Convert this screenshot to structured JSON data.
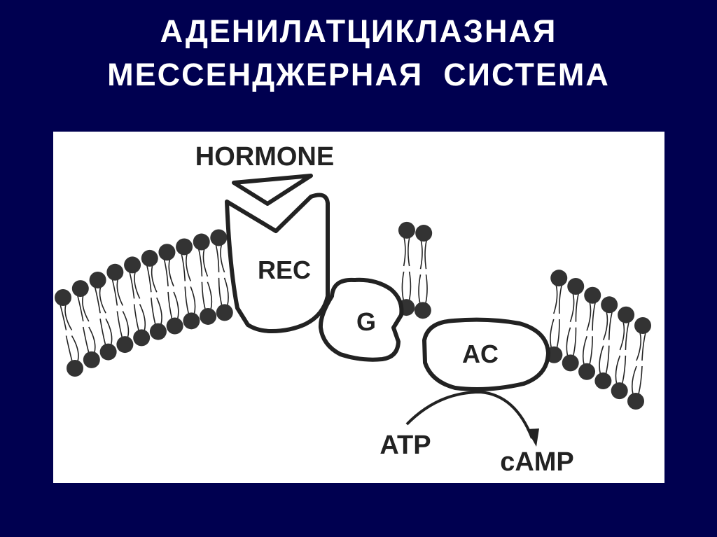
{
  "slide": {
    "title_line1": "АДЕНИЛАТЦИКЛАЗНАЯ",
    "title_line2": "МЕССЕНДЖЕРНАЯ  СИСТЕМА"
  },
  "diagram": {
    "hormone_label": "HORMONE",
    "receptor_label": "REC",
    "g_protein_label": "G",
    "adenylate_cyclase_label": "AC",
    "substrate_label": "ATP",
    "product_label": "cAMP"
  },
  "colors": {
    "background": "#000050",
    "title": "#ffffff",
    "panel": "#ffffff",
    "ink": "#222222"
  }
}
